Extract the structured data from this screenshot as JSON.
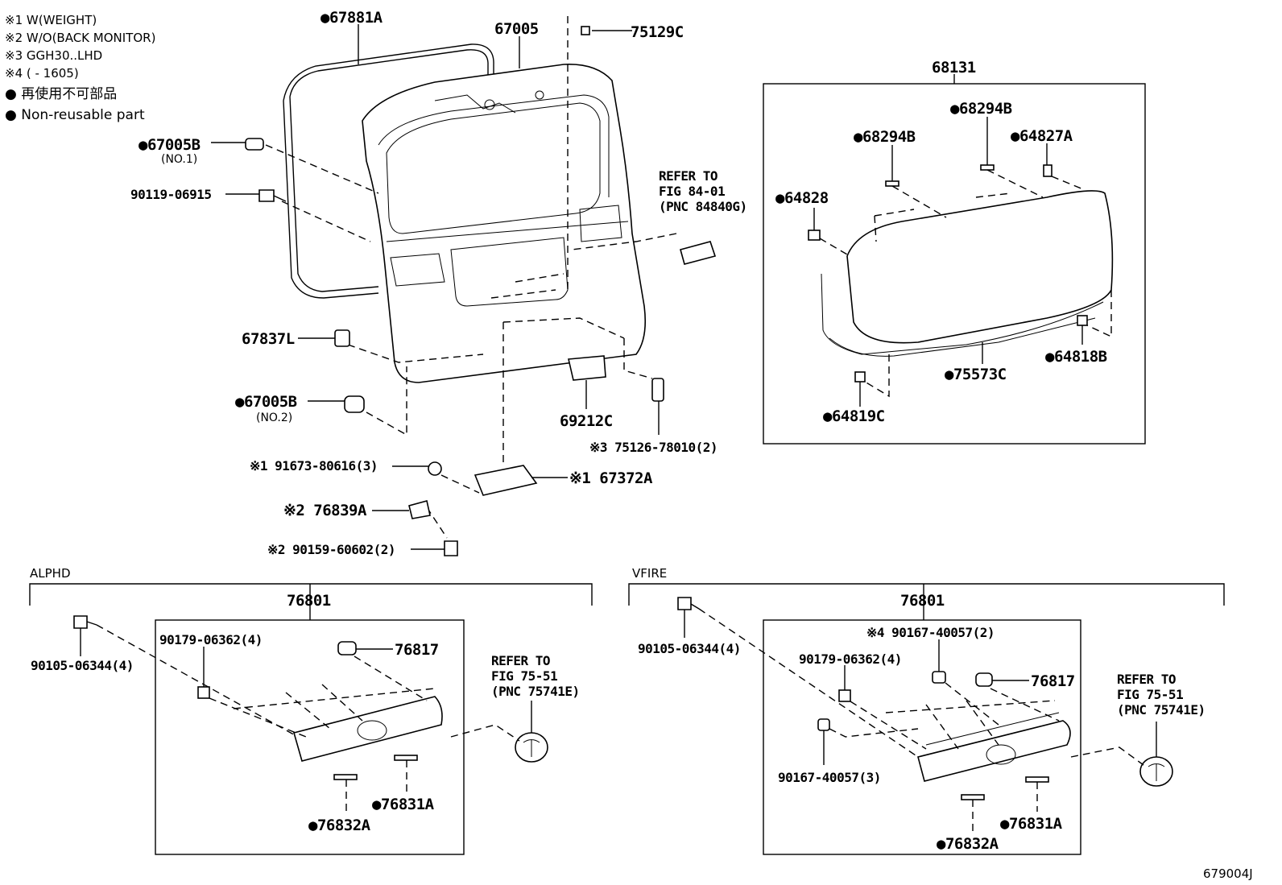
{
  "notes": [
    "※1 W(WEIGHT)",
    "※2 W/O(BACK MONITOR)",
    "※3 GGH30..LHD",
    "※4 (     - 1605)",
    "● 再使用不可部品",
    "● Non-reusable part"
  ],
  "labels": {
    "p67881A": "●67881A",
    "p67005": "67005",
    "p75129C": "75129C",
    "p67005B_1": "●67005B",
    "p67005B_1_sub": "(NO.1)",
    "p90119": "90119-06915",
    "refer1_a": "REFER TO",
    "refer1_b": "FIG 84-01",
    "refer1_c": "(PNC 84840G)",
    "p67837L": "67837L",
    "p67005B_2": "●67005B",
    "p67005B_2_sub": "(NO.2)",
    "p69212C": "69212C",
    "p75126": "※3 75126-78010(2)",
    "p91673": "※1 91673-80616(3)",
    "p67372A": "※1 67372A",
    "p76839A": "※2 76839A",
    "p90159": "※2 90159-60602(2)",
    "p68131": "68131",
    "p68294B_a": "●68294B",
    "p68294B_b": "●68294B",
    "p64827A": "●64827A",
    "p64828": "●64828",
    "p64818B": "●64818B",
    "p75573C": "●75573C",
    "p64819C": "●64819C",
    "alphd": "ALPHD",
    "vfire": "VFIRE",
    "a76801": "76801",
    "a90105": "90105-06344(4)",
    "a90179": "90179-06362(4)",
    "a76817": "76817",
    "a_refer_a": "REFER TO",
    "a_refer_b": "FIG 75-51",
    "a_refer_c": "(PNC 75741E)",
    "a76831A": "●76831A",
    "a76832A": "●76832A",
    "v76801": "76801",
    "v90105": "90105-06344(4)",
    "v90167_top": "※4 90167-40057(2)",
    "v90179": "90179-06362(4)",
    "v76817": "76817",
    "v_refer_a": "REFER TO",
    "v_refer_b": "FIG 75-51",
    "v_refer_c": "(PNC 75741E)",
    "v90167_bot": "90167-40057(3)",
    "v76831A": "●76831A",
    "v76832A": "●76832A",
    "code": "679004J"
  }
}
